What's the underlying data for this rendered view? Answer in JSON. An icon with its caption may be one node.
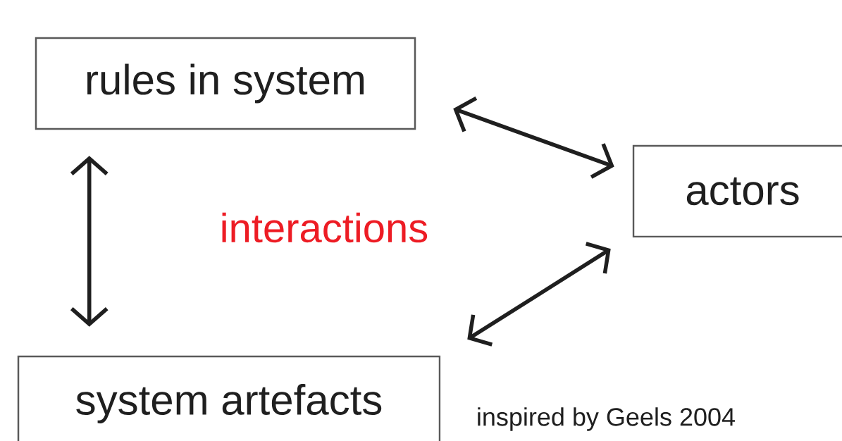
{
  "diagram": {
    "nodes": [
      {
        "text": [
          "rules in system"
        ]
      },
      {
        "text": [
          "actors"
        ]
      },
      {
        "text": [
          "system artefacts"
        ]
      }
    ],
    "edges": [
      {
        "from": 0,
        "to": 2,
        "arrow": "both"
      },
      {
        "from": 0,
        "to": 1,
        "arrow": "both"
      },
      {
        "from": 2,
        "to": 1,
        "arrow": "both"
      }
    ],
    "labels": [
      "interactions",
      "inspired by Geels 2004"
    ]
  }
}
